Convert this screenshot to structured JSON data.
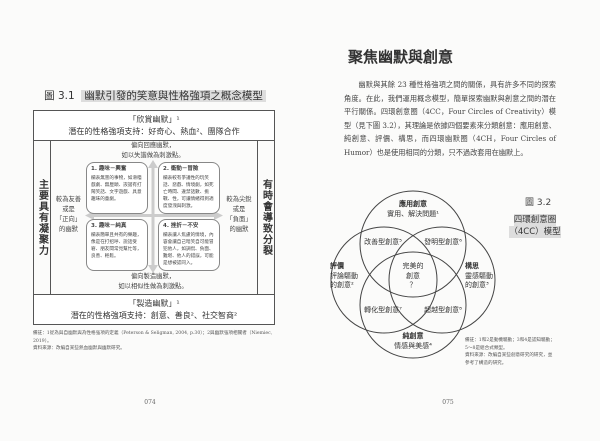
{
  "left_page": {
    "figure_label": "圖 3.1",
    "figure_title": "幽默引發的笑意與性格強項之概念模型",
    "top_band": {
      "title": "「欣賞幽默」¹",
      "line": "潛在的性格強項支持：好奇心、熱血²、團隊合作"
    },
    "bottom_band": {
      "title": "「製造幽默」¹",
      "line": "潛在的性格強項支持：創意、善良²、社交智商²"
    },
    "left_side": "主要具有凝聚力",
    "right_side": "有時會導致分裂",
    "top_axis": [
      "偏向回應幽默，",
      "如以失諧做為刺激點。"
    ],
    "bottom_axis": [
      "偏向製造幽默，",
      "如以相似性做為刺激點。"
    ],
    "left_axis": [
      "較為友善",
      "或是",
      "「正向」",
      "的幽默"
    ],
    "right_axis": [
      "較為尖銳",
      "或是",
      "「負面」",
      "的幽默"
    ],
    "quadrants": [
      {
        "title": "1. 趣味－興奮",
        "body": "欄表無害的事物，如滑稽戲劇、無厘頭、詼諧有打鬧笑話、文字遊戲、具意趣味的童劇。"
      },
      {
        "title": "2. 衝動－冒險",
        "body": "欄表較有爭議性的玩笑話、惡戲、情境劇，如死亡時間、違禁話數、挑戰、性，可讓情緒得到適度發洩與刺激。"
      },
      {
        "title": "3. 趣味－純真",
        "body": "欄表簡單且共有的樂趣，像是在打招呼、說話受窘、朋友間常見幫忙等，良善、輕鬆。"
      },
      {
        "title": "4. 挫折－不安",
        "body": "欄表讓人焦慮的情境，內容會讓自己暗笑自可能冒犯他人，如調侃、負面、難堪、他人的錯誤，可能是想被認同入。"
      }
    ],
    "notes": [
      "備註：1從為與自幽默與為性格強項的定義（Peterson & Seligman, 2004, p.30）；2與幽默強項相關者（Niemiec, 2019）。",
      "資料來源：改編自某些熱血幽默與幽默研究。"
    ],
    "page_number": "074"
  },
  "right_page": {
    "heading": "聚焦幽默與創意",
    "paragraph": "幽默與其餘 23 種性格強項之間的關係，具有許多不同的探索角度。在此，我們運用概念模型，簡單探索幽默與創意之間的潛在平行關係。四環創意圈（4CC，Four Circles of Creativity）模型（見下圖 3.2），其理論是依據四個要素來分類創意：應用創意、純創意、評價、構思，而四環幽默圈（4CH，Four Circles of Humor）也是使用相同的分類，只不過改套用在幽默上。",
    "figure_label": "圖 3.2",
    "figure_title": [
      "四環創意圈",
      "（4CC）模型"
    ],
    "venn": {
      "top": [
        "應用創意",
        "實用、解決問題¹"
      ],
      "left": [
        "評價",
        "評論驅動",
        "的創意²"
      ],
      "right": [
        "構思",
        "靈感驅動",
        "的創意³"
      ],
      "bottom": [
        "純創意",
        "情感與美感⁴"
      ],
      "center": [
        "完美的",
        "創意",
        "？"
      ],
      "overlaps": [
        "改善型創意⁵",
        "發明型創意⁶",
        "轉化型創意⁷",
        "超越型創意⁸"
      ]
    },
    "notes": [
      "備註：1和2是動機驅動；3和4是認知驅動；5～8是組合式類型。",
      "資料來源：改編自某些創意研究的研究，並參考了構造的研究。"
    ],
    "page_number": "075"
  }
}
